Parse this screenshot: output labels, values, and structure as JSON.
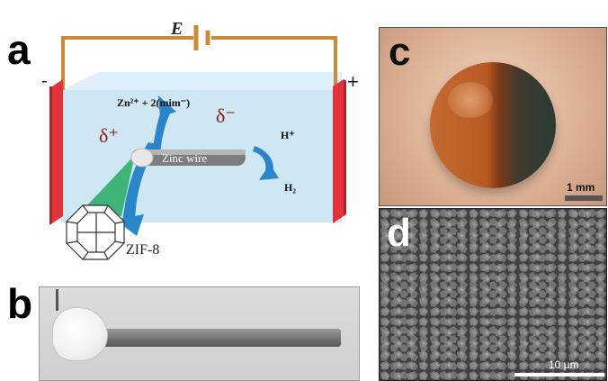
{
  "panel_labels": {
    "a": "a",
    "b": "b",
    "c": "c",
    "d": "d"
  },
  "panel_a": {
    "field_label": "E",
    "negative_terminal": "-",
    "positive_terminal": "+",
    "reaction_products": "Zn²⁺ + 2(mim⁻)",
    "delta_plus": "δ⁺",
    "delta_minus": "δ⁻",
    "wire_label": "Zinc wire",
    "proton": "H⁺",
    "hydrogen": "H₂",
    "crystal_label": "ZIF-8"
  },
  "panel_c": {
    "scale_bar": "1 mm"
  },
  "panel_d": {
    "scale_bar": "10 µm"
  },
  "colors": {
    "electrolyte": "#cfe6f3",
    "electrode": "#e0343a",
    "wire_circuit": "#c98a3a",
    "arrow_blue": "#2a86c8",
    "green_beam": "#2fae6a"
  }
}
